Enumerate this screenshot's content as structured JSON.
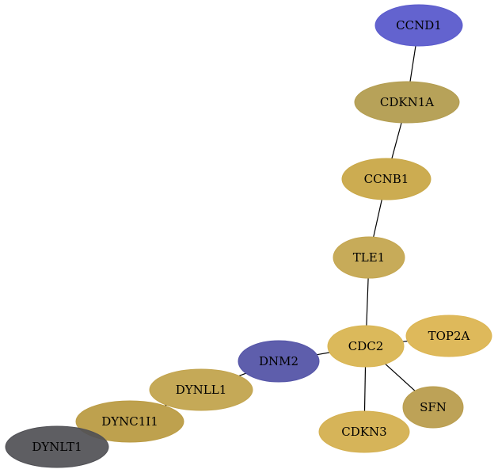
{
  "graph": {
    "nodes": [
      {
        "id": "CCND1",
        "label": "CCND1",
        "color": "#5b5bcc",
        "opacity": 0.95
      },
      {
        "id": "CDKN1A",
        "label": "CDKN1A",
        "color": "#b39d50",
        "opacity": 0.95
      },
      {
        "id": "CCNB1",
        "label": "CCNB1",
        "color": "#c9a848",
        "opacity": 0.95
      },
      {
        "id": "TLE1",
        "label": "TLE1",
        "color": "#c4a650",
        "opacity": 0.95
      },
      {
        "id": "CDC2",
        "label": "CDC2",
        "color": "#d9b552",
        "opacity": 0.95
      },
      {
        "id": "TOP2A",
        "label": "TOP2A",
        "color": "#dcb552",
        "opacity": 0.95
      },
      {
        "id": "SFN",
        "label": "SFN",
        "color": "#b99d4e",
        "opacity": 0.95
      },
      {
        "id": "CDKN3",
        "label": "CDKN3",
        "color": "#d4b050",
        "opacity": 0.95
      },
      {
        "id": "DNM2",
        "label": "DNM2",
        "color": "#5555a8",
        "opacity": 0.95
      },
      {
        "id": "DYNLL1",
        "label": "DYNLL1",
        "color": "#c2a44e",
        "opacity": 0.95
      },
      {
        "id": "DYNC1I1",
        "label": "DYNC1I1",
        "color": "#bb9c44",
        "opacity": 0.95
      },
      {
        "id": "DYNLT1",
        "label": "DYNLT1",
        "color": "#505055",
        "opacity": 0.92
      }
    ],
    "edges": [
      {
        "source": "CCND1",
        "target": "CDKN1A"
      },
      {
        "source": "CDKN1A",
        "target": "CCNB1"
      },
      {
        "source": "CCNB1",
        "target": "TLE1"
      },
      {
        "source": "TLE1",
        "target": "CDC2"
      },
      {
        "source": "CDC2",
        "target": "TOP2A"
      },
      {
        "source": "CDC2",
        "target": "SFN"
      },
      {
        "source": "CDC2",
        "target": "CDKN3"
      },
      {
        "source": "CDC2",
        "target": "DNM2"
      },
      {
        "source": "DNM2",
        "target": "DYNLL1"
      },
      {
        "source": "DYNLL1",
        "target": "DYNC1I1"
      },
      {
        "source": "DYNC1I1",
        "target": "DYNLT1"
      }
    ]
  }
}
